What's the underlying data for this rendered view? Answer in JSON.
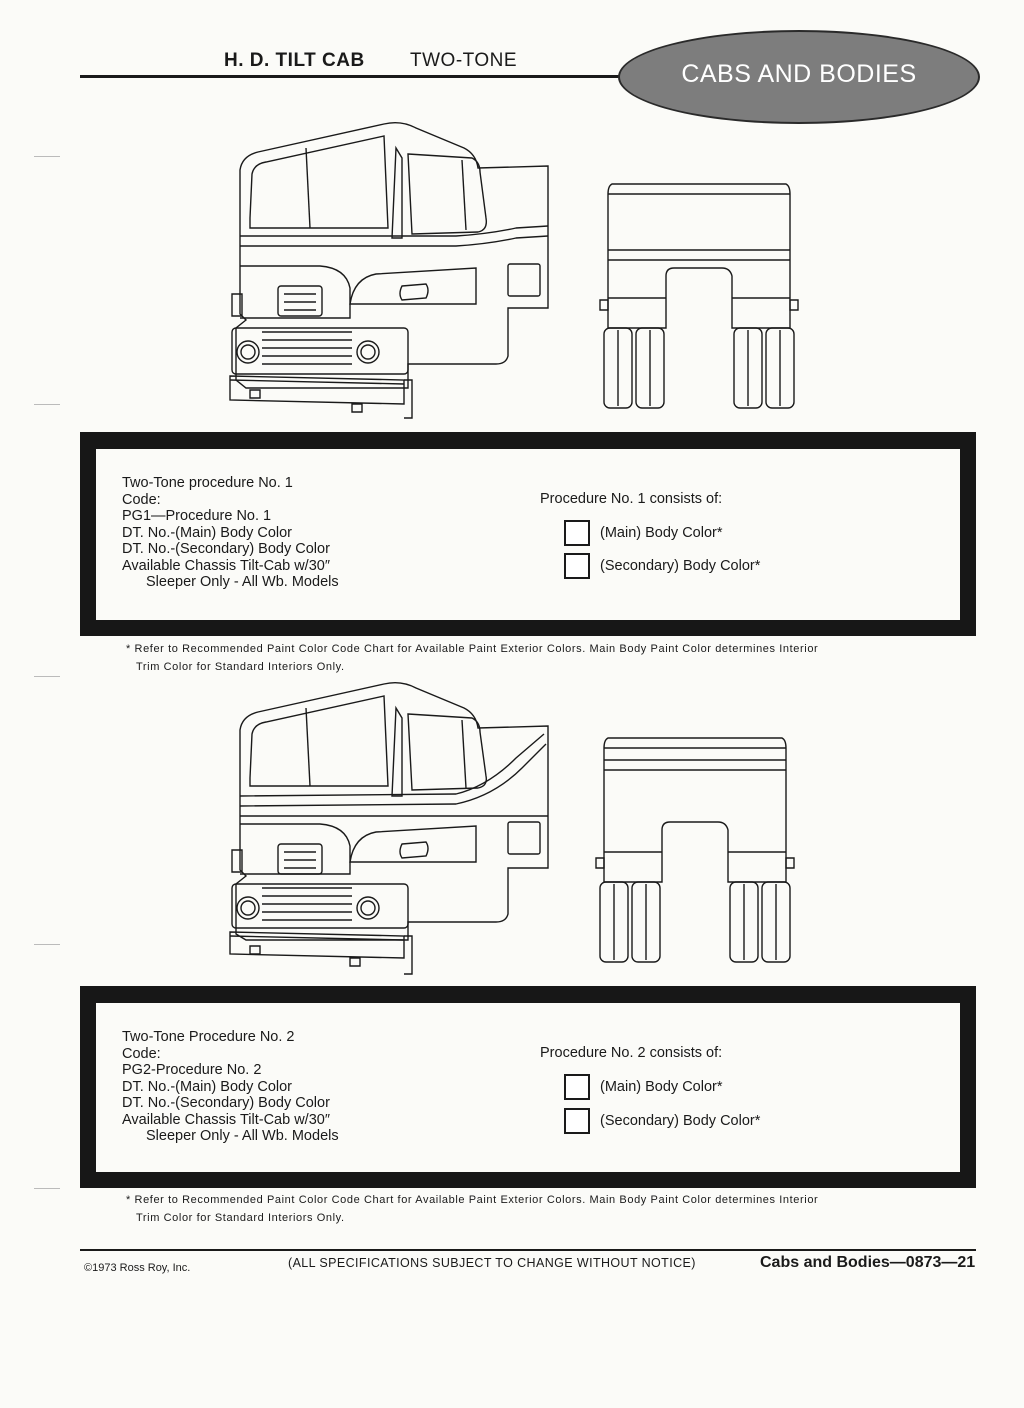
{
  "header": {
    "title": "H. D. TILT CAB",
    "subtitle": "TWO-TONE",
    "section_badge": "CABS AND BODIES"
  },
  "procedures": [
    {
      "left_lines": [
        "Two-Tone procedure No. 1",
        "Code:",
        "PG1—Procedure No. 1",
        "DT. No.-(Main) Body Color",
        "DT. No.-(Secondary) Body Color",
        "Available Chassis Tilt-Cab w/30″"
      ],
      "left_indent_line": "Sleeper Only - All Wb. Models",
      "consists_heading": "Procedure No. 1 consists of:",
      "main_option": "(Main) Body Color*",
      "secondary_option": "(Secondary) Body Color*",
      "note_line1": "* Refer to Recommended Paint Color Code Chart for Available Paint Exterior Colors. Main Body Paint Color determines Interior",
      "note_line2": "Trim Color for Standard Interiors Only."
    },
    {
      "left_lines": [
        "Two-Tone Procedure No. 2",
        "Code:",
        "PG2-Procedure No. 2",
        "DT. No.-(Main) Body Color",
        "DT. No.-(Secondary) Body Color",
        "Available Chassis Tilt-Cab w/30″"
      ],
      "left_indent_line": "Sleeper Only - All Wb. Models",
      "consists_heading": "Procedure No. 2 consists of:",
      "main_option": "(Main) Body Color*",
      "secondary_option": "(Secondary) Body Color*",
      "note_line1": "* Refer to Recommended Paint Color Code Chart for Available Paint Exterior Colors. Main Body Paint Color determines Interior",
      "note_line2": "Trim Color for Standard Interiors Only."
    }
  ],
  "footer": {
    "copyright": "©1973 Ross Roy, Inc.",
    "notice": "(ALL SPECIFICATIONS SUBJECT TO CHANGE WITHOUT NOTICE)",
    "page_ref": "Cabs and Bodies—0873—21"
  }
}
